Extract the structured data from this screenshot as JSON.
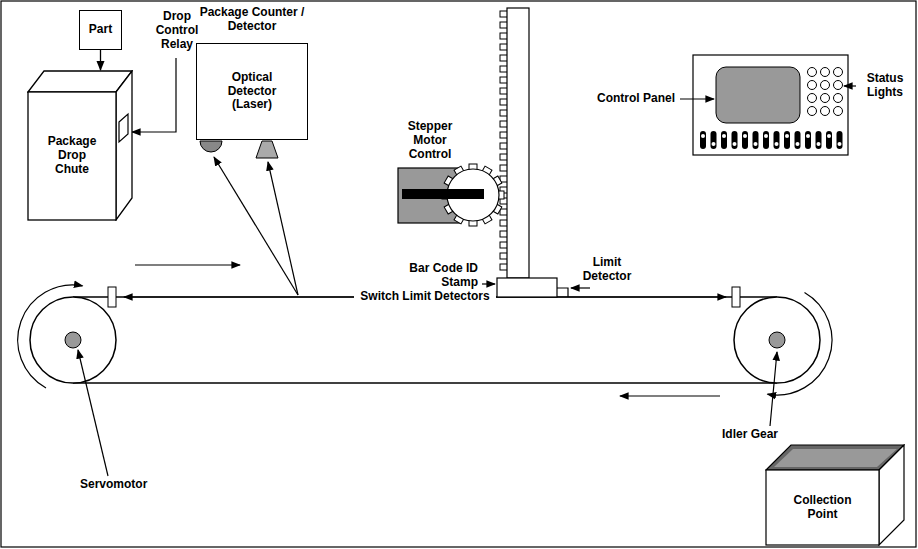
{
  "diagram": {
    "nodes": [
      {
        "text": [
          "Part"
        ]
      },
      {
        "text": [
          "Package Drop Chute"
        ]
      },
      {
        "text": [
          "Package Counter / Detector",
          "Optical Detector (Laser)"
        ]
      },
      {
        "text": [
          "Collection Point"
        ]
      }
    ],
    "edges": [
      {
        "from": 0,
        "to": 1,
        "arrow": "to"
      }
    ],
    "labels": [
      "Drop Control Relay",
      "Stepper Motor Control",
      "Control Panel",
      "Status Lights",
      "Bar Code ID Stamp",
      "Limit Detector",
      "Switch Limit Detectors",
      "Servomotor",
      "Idler Gear"
    ]
  }
}
